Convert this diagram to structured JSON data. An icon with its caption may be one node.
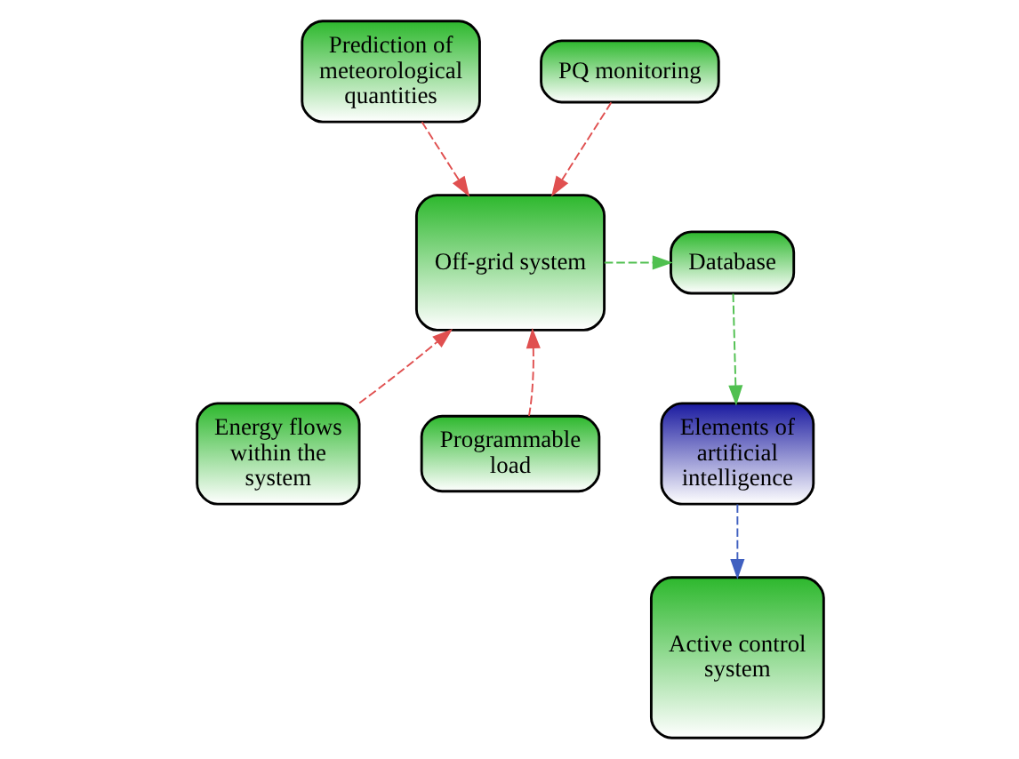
{
  "diagram": {
    "nodes": [
      {
        "text": [
          "Prediction of meteorological quantities"
        ]
      },
      {
        "text": [
          "PQ monitoring"
        ]
      },
      {
        "text": [
          "Elements of artificial intelligence"
        ]
      },
      {
        "text": [
          "Off-grid system"
        ]
      },
      {
        "text": [
          "Database"
        ]
      },
      {
        "text": [
          "Active control system"
        ]
      },
      {
        "text": [
          "Energy flows within the system"
        ]
      },
      {
        "text": [
          "Programmable load"
        ]
      }
    ],
    "edges": [
      {
        "from": 0,
        "to": 3,
        "arrow": "to",
        "style": "dashed",
        "color": "#e05050"
      },
      {
        "from": 1,
        "to": 3,
        "arrow": "to",
        "style": "dashed",
        "color": "#e05050"
      },
      {
        "from": 6,
        "to": 3,
        "arrow": "to",
        "style": "dashed",
        "color": "#e05050"
      },
      {
        "from": 7,
        "to": 3,
        "arrow": "to",
        "style": "dashed",
        "color": "#e05050"
      },
      {
        "from": 3,
        "to": 4,
        "arrow": "to",
        "style": "dashed",
        "color": "#50c050"
      },
      {
        "from": 4,
        "to": 2,
        "arrow": "to",
        "style": "dashed",
        "color": "#50c050"
      },
      {
        "from": 2,
        "to": 5,
        "arrow": "to",
        "style": "dashed",
        "color": "#4060c0"
      }
    ]
  }
}
